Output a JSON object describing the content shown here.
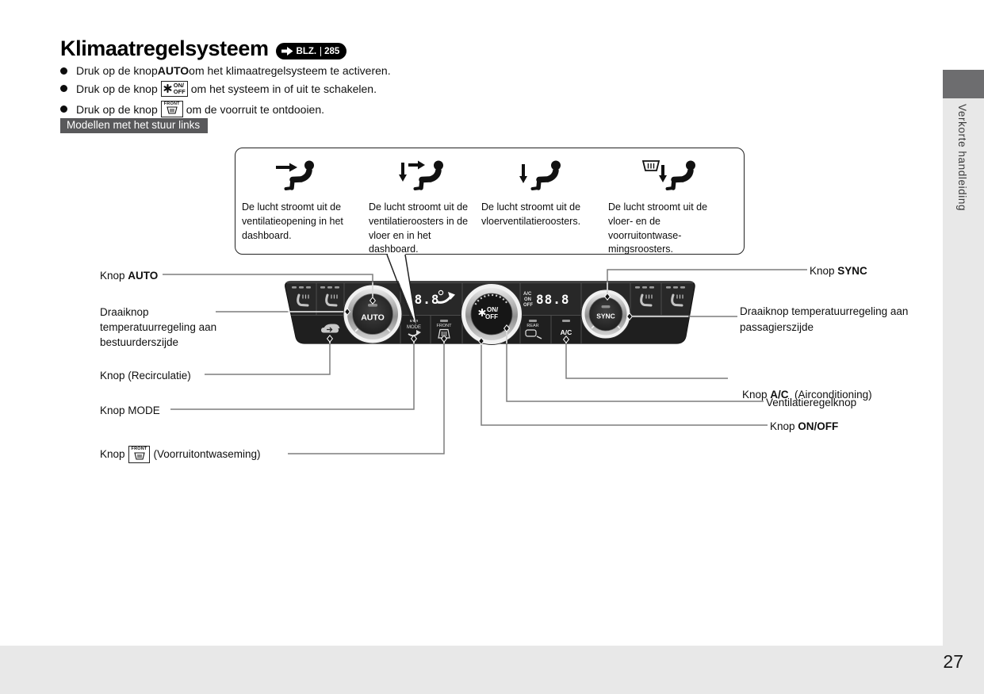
{
  "page": {
    "number": "27",
    "sidebar_label": "Verkorte handleiding"
  },
  "header": {
    "title": "Klimaatregelsysteem",
    "ref_label": "BLZ.",
    "ref_page": "285"
  },
  "bullets": [
    {
      "pre": "Druk op de knop ",
      "bold": "AUTO",
      "post": " om het klimaatregelsysteem te activeren."
    },
    {
      "pre": "Druk op de knop ",
      "icon_top": "ON/",
      "icon_bottom": "OFF",
      "post": " om het systeem in of uit te schakelen."
    },
    {
      "pre": "Druk op de knop ",
      "icon_label": "FRONT",
      "post": " om de voorruit te ontdooien."
    }
  ],
  "model_badge": "Modellen met het stuur links",
  "callout": {
    "items": [
      {
        "icon": "vent-airflow-icon",
        "text": "De lucht stroomt uit de ventilatieopening in het dashboard."
      },
      {
        "icon": "bilevel-airflow-icon",
        "text": "De lucht stroomt uit de ventilatieroosters in de vloer en in het dashboard."
      },
      {
        "icon": "floor-airflow-icon",
        "text": "De lucht stroomt uit de vloerventilatieroosters."
      },
      {
        "icon": "defrost-floor-airflow-icon",
        "text": "De lucht stroomt uit de vloer- en de voorruitontwase-mingsroosters."
      }
    ]
  },
  "panel": {
    "auto_knob": "AUTO",
    "sync_knob": "SYNC",
    "fan_knob_top": "ON/",
    "fan_knob_bottom": "OFF",
    "driver_temp_display": "88.8",
    "passenger_temp_display": "88.8",
    "status_flags": [
      "A/C",
      "ON",
      "OFF"
    ],
    "mode_button": "MODE",
    "front_button": "FRONT",
    "rear_button": "REAR",
    "ac_button": "A/C"
  },
  "labels": {
    "auto": {
      "pre": "Knop ",
      "bold": "AUTO"
    },
    "temp_driver": "Draaiknop temperatuurregeling aan bestuurderszijde",
    "recirc": "Knop (Recirculatie)",
    "mode": "Knop MODE",
    "front": {
      "pre": "Knop ",
      "icon_label": "FRONT",
      "post": " (Voorruitontwaseming)"
    },
    "sync": {
      "pre": "Knop ",
      "bold": "SYNC"
    },
    "temp_passenger": "Draaiknop temperatuurregeling aan passagierszijde",
    "ac": {
      "pre": "Knop ",
      "bold": "A/C",
      "post": "  (Airconditioning)"
    },
    "vent": "Ventilatieregelknop",
    "onoff": {
      "pre": "Knop ",
      "bold": "ON/OFF"
    }
  },
  "colors": {
    "panel": "#282828",
    "badge": "#59595b",
    "sidebar": "#e8e8e8",
    "sidebar_tab": "#6d6d6f"
  }
}
